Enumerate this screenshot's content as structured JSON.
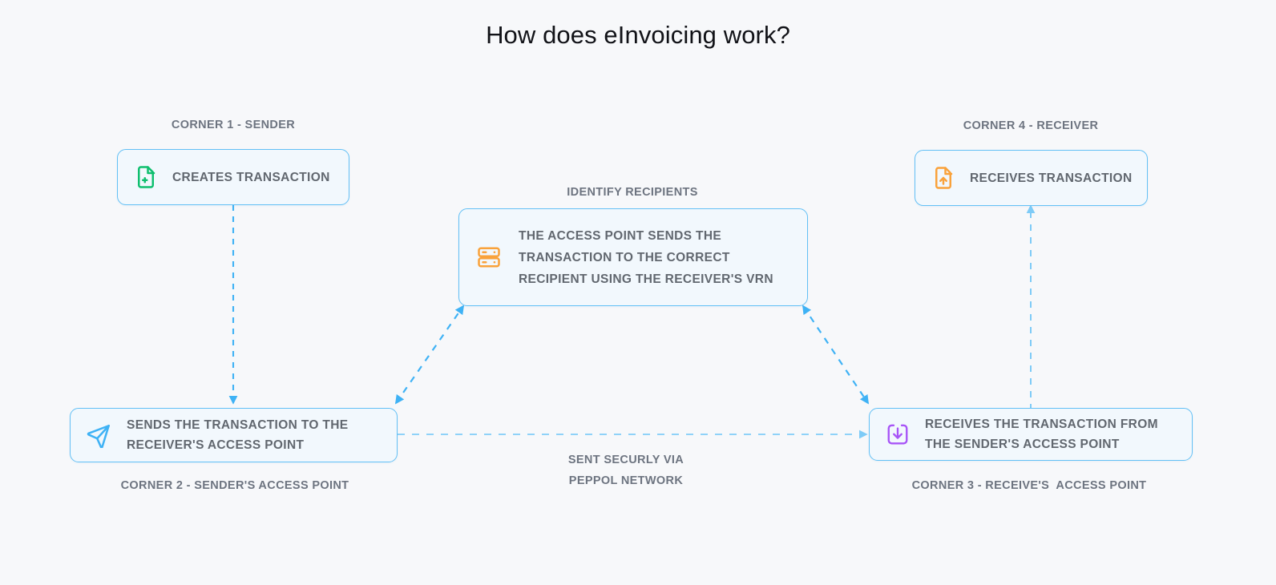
{
  "page": {
    "title": "How does eInvoicing work?",
    "background_color": "#f7f8fa"
  },
  "colors": {
    "accent_blue": "#3fb2f5",
    "light_blue": "#8fd2f8",
    "box_border": "#63c0f5",
    "box_fill": "#f2f8fd",
    "text_gray": "#61676f",
    "caption_gray": "#6d7480",
    "icon_green": "#0fbf6f",
    "icon_orange": "#f9a23b",
    "icon_blue": "#3fb2f5",
    "icon_purple": "#a855f7"
  },
  "nodes": [
    {
      "id": "corner1",
      "caption": "CORNER 1 - SENDER",
      "text": "CREATES TRANSACTION",
      "icon": "file-plus-icon",
      "icon_color": "#0fbf6f"
    },
    {
      "id": "corner4",
      "caption": "CORNER 4 - RECEIVER",
      "text": "RECEIVES TRANSACTION",
      "icon": "file-upload-icon",
      "icon_color": "#f9a23b"
    },
    {
      "id": "access-point",
      "caption": "IDENTIFY RECIPIENTS",
      "text": "THE ACCESS POINT SENDS THE\nTRANSACTION TO THE CORRECT\nRECIPIENT USING THE RECEIVER'S VRN",
      "icon": "server-icon",
      "icon_color": "#f9a23b"
    },
    {
      "id": "corner2",
      "caption": "CORNER 2 - SENDER'S ACCESS POINT",
      "text": "SENDS THE TRANSACTION TO THE\nRECEIVER'S ACCESS POINT",
      "icon": "send-icon",
      "icon_color": "#3fb2f5"
    },
    {
      "id": "corner3",
      "caption": "CORNER 3 - RECEIVE'S  ACCESS POINT",
      "text": "RECEIVES THE TRANSACTION FROM\nTHE SENDER'S ACCESS POINT",
      "icon": "download-box-icon",
      "icon_color": "#a855f7"
    }
  ],
  "connectors": {
    "network_label_line1": "SENT SECURLY VIA",
    "network_label_line2": "PEPPOL NETWORK"
  }
}
